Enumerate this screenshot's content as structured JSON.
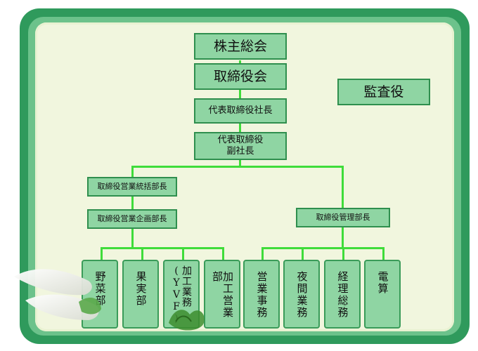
{
  "org": {
    "shareholders": "株主総会",
    "board": "取締役会",
    "president": "代表取締役社長",
    "vice_president": "代表取締役\n副社長",
    "auditor": "監査役",
    "sales_general": "取締役営業統括部長",
    "sales_planning": "取締役営業企画部長",
    "admin": "取締役管理部長",
    "departments": [
      "野菜部",
      "果実部",
      "加工業務\n(YVF)",
      "加工営業部",
      "営業事務",
      "夜間業務",
      "経理総務",
      "電算"
    ]
  },
  "colors": {
    "box_fill": "#8fd5a3",
    "box_border": "#2f8f4e",
    "connector": "#3fdc3a",
    "frame_dark": "#2f9a5c",
    "frame_light": "#6cc28b",
    "background": "#f1f6de"
  }
}
